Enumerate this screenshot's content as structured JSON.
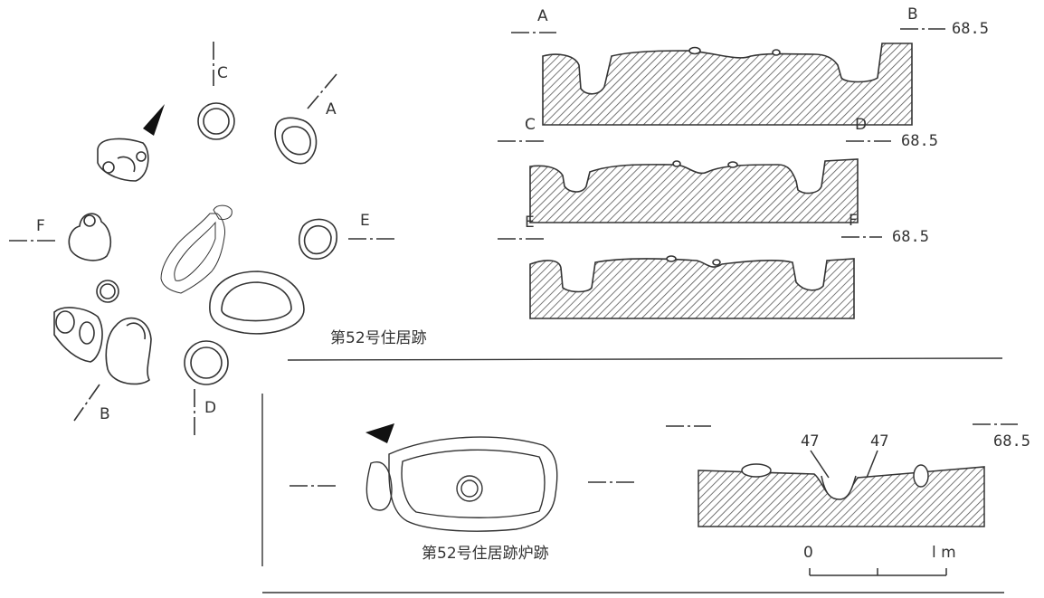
{
  "plan": {
    "caption": "第52号住居跡",
    "section_letters": {
      "a": "A",
      "b": "B",
      "c": "C",
      "d": "D",
      "e": "E",
      "f": "F"
    }
  },
  "sections": [
    {
      "left_label": "A",
      "right_label": "B",
      "elevation": "68.5"
    },
    {
      "left_label": "C",
      "right_label": "D",
      "elevation": "68.5"
    },
    {
      "left_label": "E",
      "right_label": "F",
      "elevation": "68.5"
    }
  ],
  "hearth": {
    "caption": "第52号住居跡炉跡",
    "elevation": "68.5",
    "layer_labels": [
      "47",
      "47"
    ]
  },
  "scale": {
    "start": "0",
    "end": "l m"
  },
  "colors": {
    "line": "#333333",
    "hatch": "#555555"
  }
}
